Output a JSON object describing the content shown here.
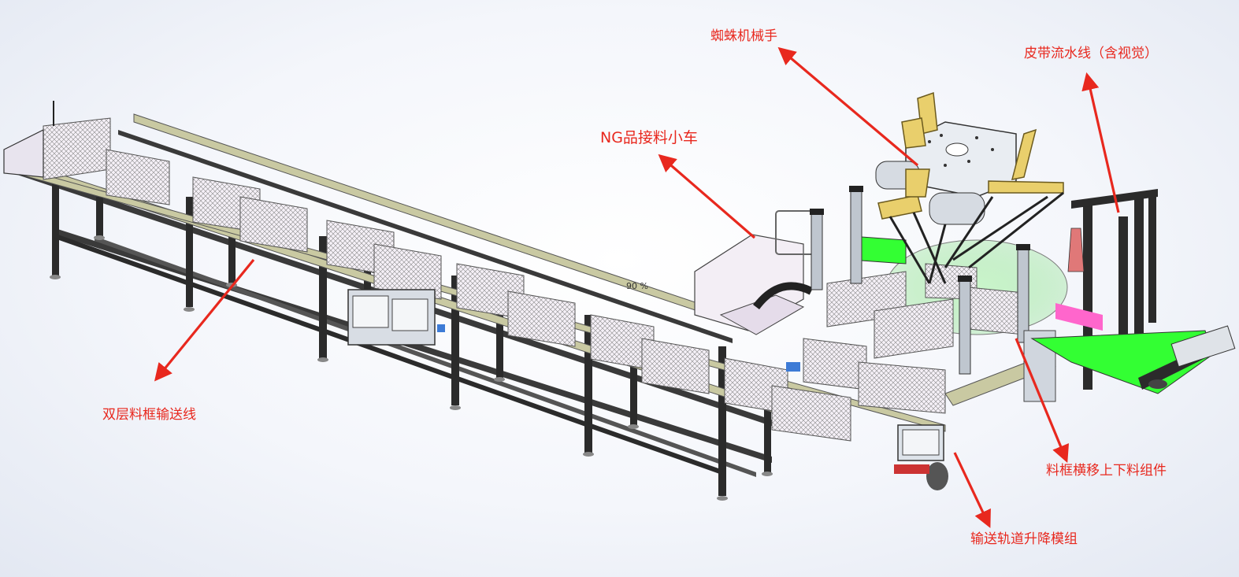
{
  "colors": {
    "annotation": "#e8281e",
    "frame": "#2b2b2b",
    "belt_green": "#33ff33",
    "rail_olive": "#c9c9a2",
    "gripper_yellow": "#e9cf6c",
    "basket_lavender": "#eee4f2",
    "pink_accent": "#ff66cc"
  },
  "callouts": {
    "spider_robot": "蜘蛛机械手",
    "belt_line": "皮带流水线（含视觉）",
    "ng_cart": "NG品接料小车",
    "double_layer_conveyor": "双层料框输送线",
    "basket_transfer": "料框横移上下料组件",
    "track_lift": "输送轨道升降模组"
  },
  "overlay": {
    "percent_readout": "90 %"
  },
  "icons": [
    "arrow-icon"
  ]
}
